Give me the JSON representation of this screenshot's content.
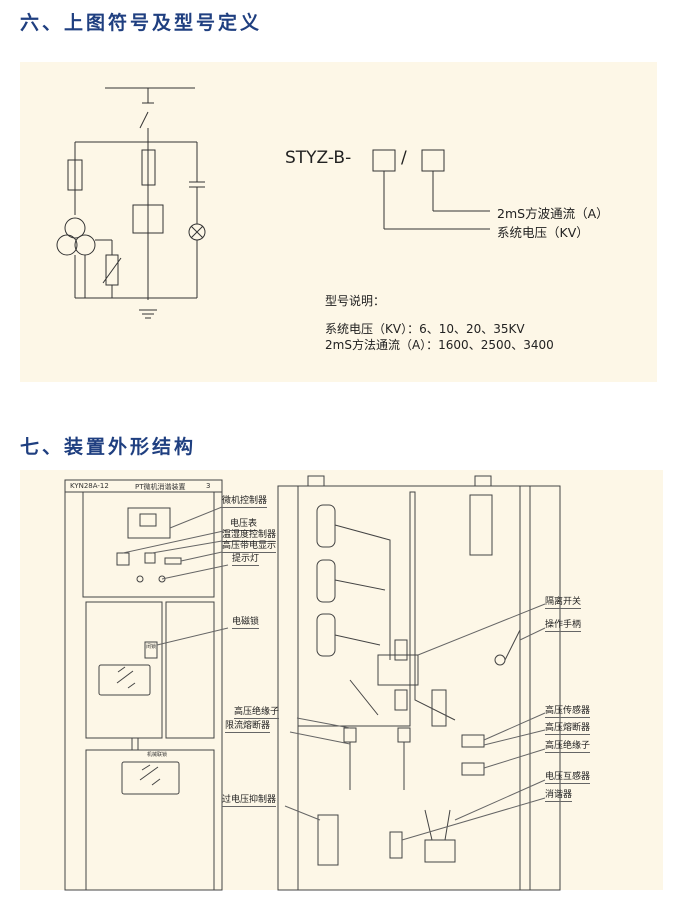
{
  "section6": {
    "heading": "六、上图符号及型号定义",
    "model_code": "STYZ-B-",
    "separator": "/",
    "field_current": "2mS方波通流（A）",
    "field_voltage": "系统电压（KV）",
    "explain_title": "型号说明：",
    "explain_voltage": "系统电压（KV）：6、10、20、35KV",
    "explain_current": "2mS方法通流（A）：1600、2500、3400"
  },
  "section7": {
    "heading": "七、装置外形结构",
    "cabinet_title_left": "KYN28A-12",
    "cabinet_title_mid": "PT微机消谐装置",
    "cabinet_title_num": "3",
    "interlock_label": "机械联锁",
    "lock_tag": "闭锁",
    "left_labels": [
      "微机控制器",
      "电压表",
      "温湿度控制器",
      "高压带电显示",
      "提示灯",
      "电磁锁",
      "高压绝缘子",
      "限流熔断器",
      "过电压抑制器"
    ],
    "right_labels": [
      "隔离开关",
      "操作手柄",
      "高压传感器",
      "高压熔断器",
      "高压绝缘子",
      "电压互感器",
      "消谐器"
    ]
  },
  "colors": {
    "heading": "#1f3f80",
    "panel": "#fdf7e7",
    "line": "#333333"
  }
}
